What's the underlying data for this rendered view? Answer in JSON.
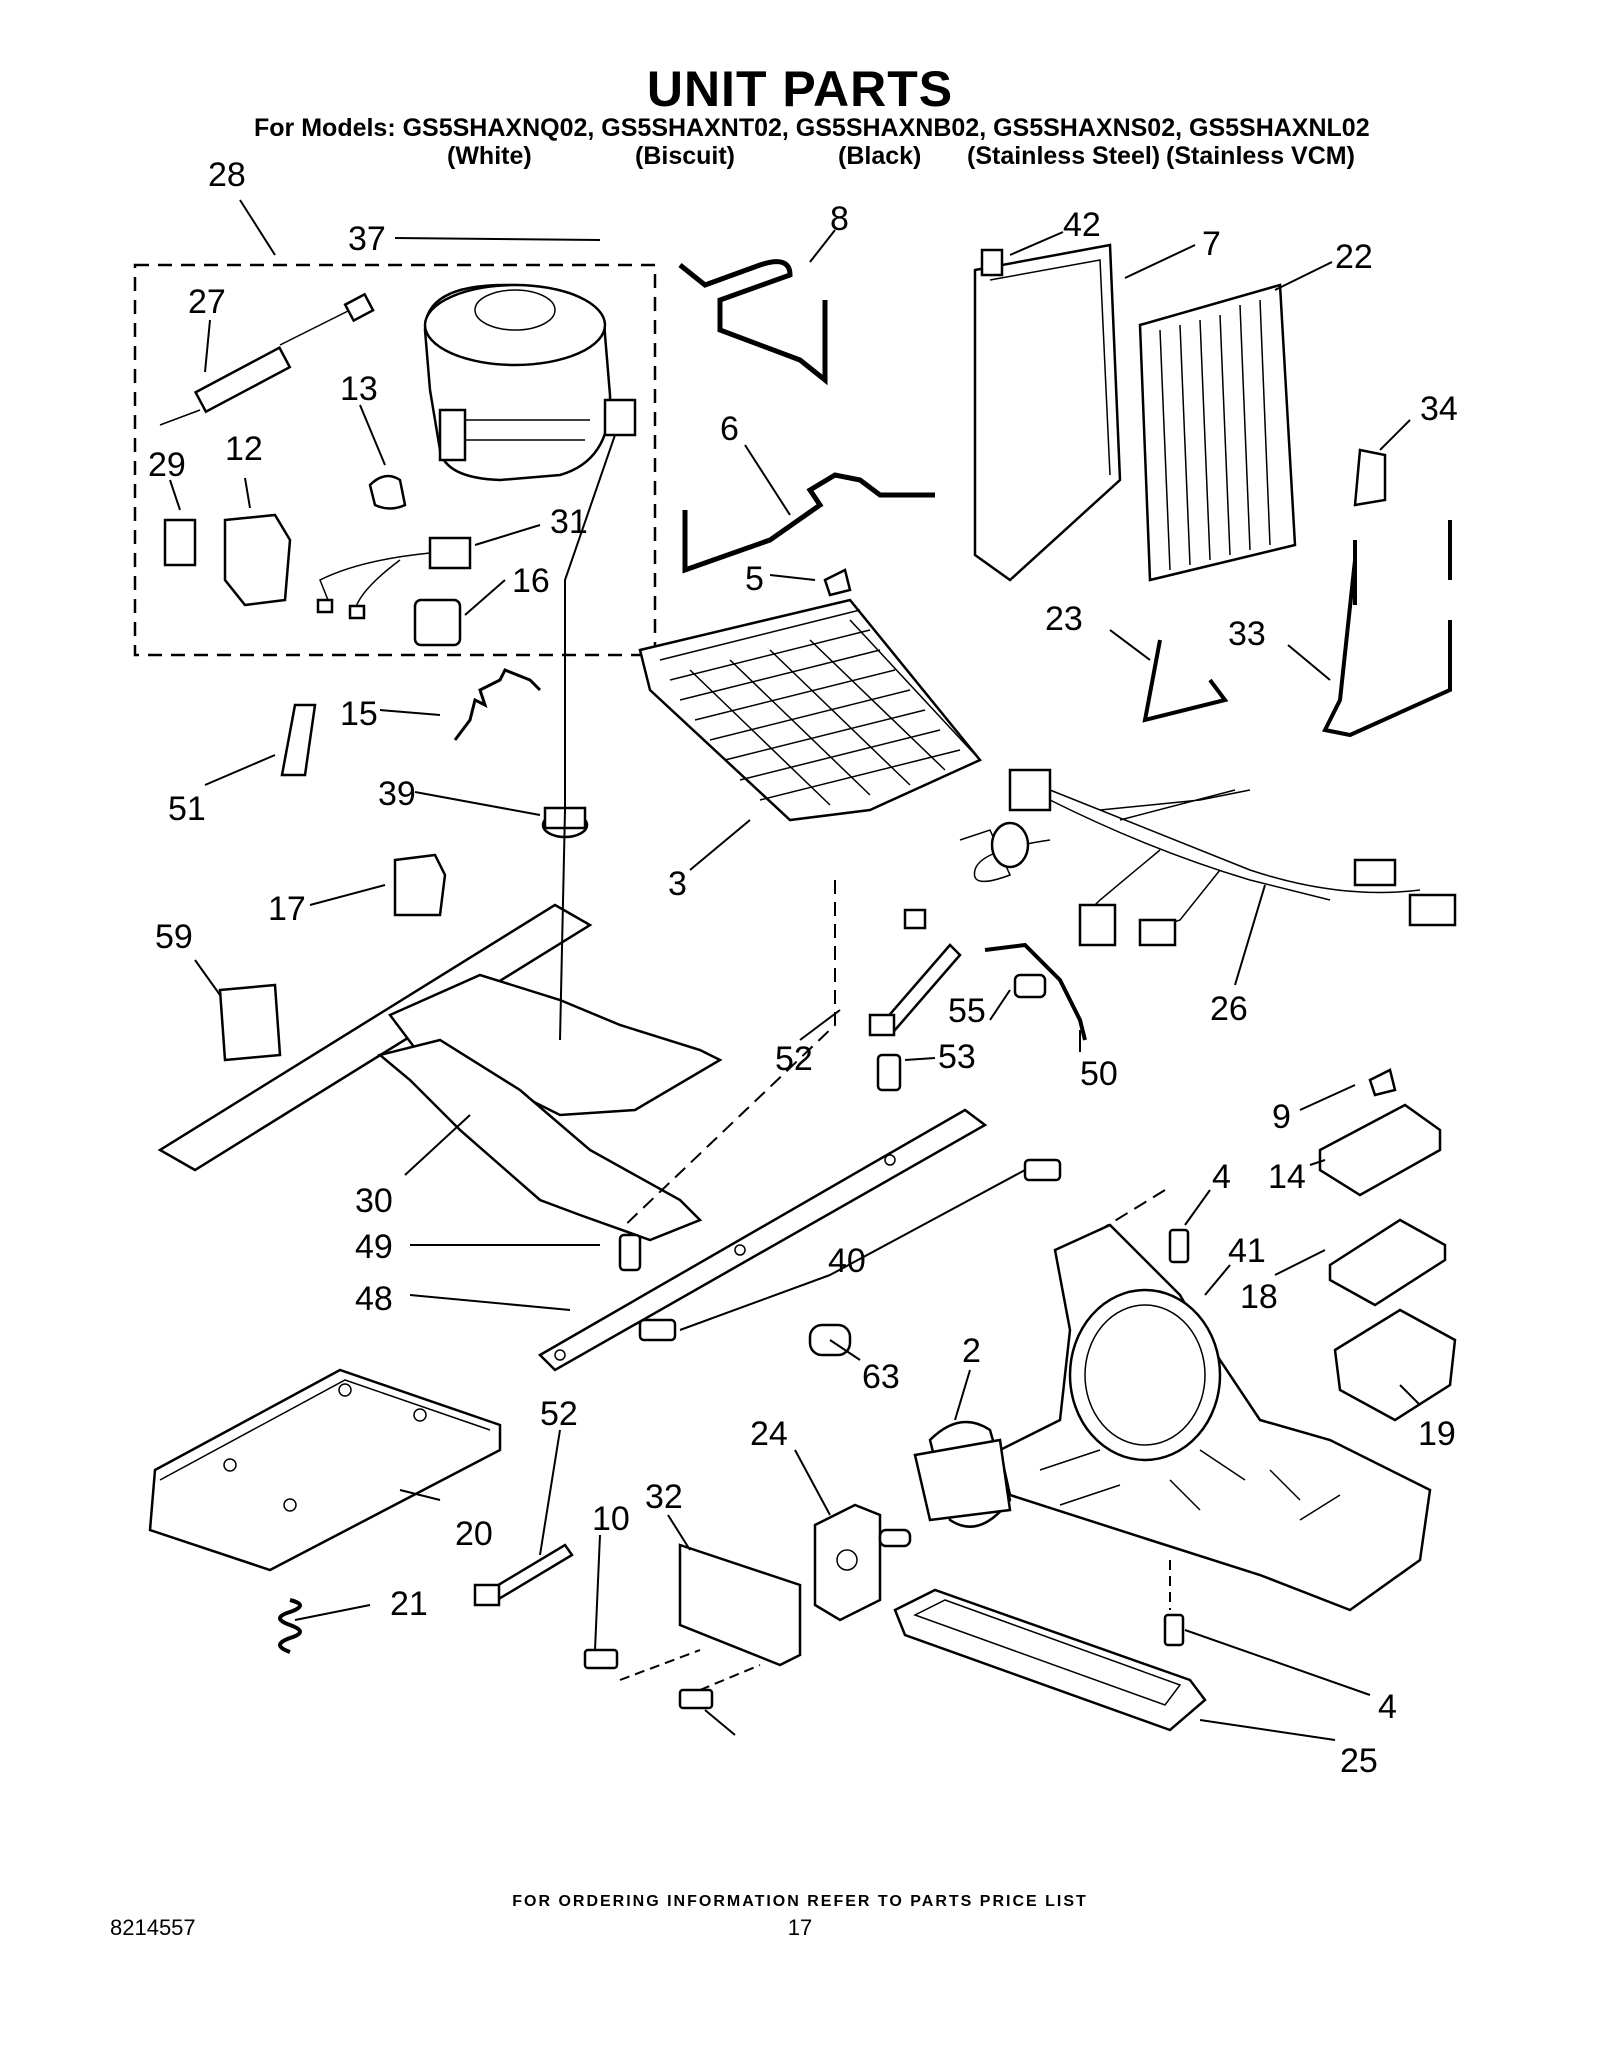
{
  "header": {
    "title": "UNIT PARTS",
    "models_line": "For Models: GS5SHAXNQ02, GS5SHAXNT02, GS5SHAXNB02, GS5SHAXNS02, GS5SHAXNL02",
    "colors": [
      "(White)",
      "(Biscuit)",
      "(Black)",
      "(Stainless Steel)",
      "(Stainless VCM)"
    ]
  },
  "callouts": [
    "28",
    "37",
    "8",
    "42",
    "7",
    "22",
    "27",
    "13",
    "29",
    "12",
    "31",
    "16",
    "6",
    "5",
    "34",
    "23",
    "33",
    "15",
    "51",
    "39",
    "17",
    "3",
    "26",
    "59",
    "52",
    "55",
    "53",
    "50",
    "30",
    "49",
    "9",
    "4",
    "14",
    "41",
    "40",
    "18",
    "48",
    "63",
    "2",
    "19",
    "52",
    "24",
    "32",
    "10",
    "20",
    "21",
    "4",
    "25"
  ],
  "footer": {
    "ordering_note": "FOR ORDERING INFORMATION REFER TO PARTS PRICE LIST",
    "doc_number": "8214557",
    "page_number": "17"
  }
}
